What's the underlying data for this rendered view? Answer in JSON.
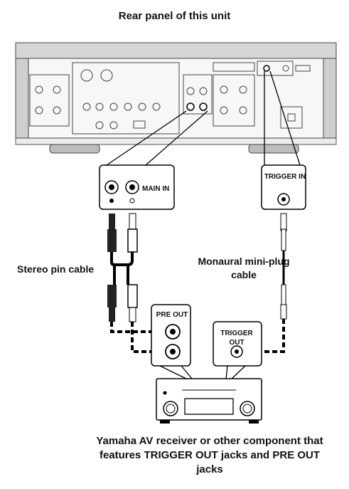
{
  "diagram": {
    "title": "Rear panel of this unit",
    "main_in_label": "MAIN IN",
    "trigger_in_label": "TRIGGER IN",
    "pre_out_label": "PRE OUT",
    "trigger_out_label": "TRIGGER OUT",
    "stereo_cable_label": "Stereo pin cable",
    "mono_cable_label": "Monaural mini-plug cable",
    "caption": "Yamaha AV receiver or other component that features TRIGGER OUT jacks and PRE OUT jacks"
  }
}
